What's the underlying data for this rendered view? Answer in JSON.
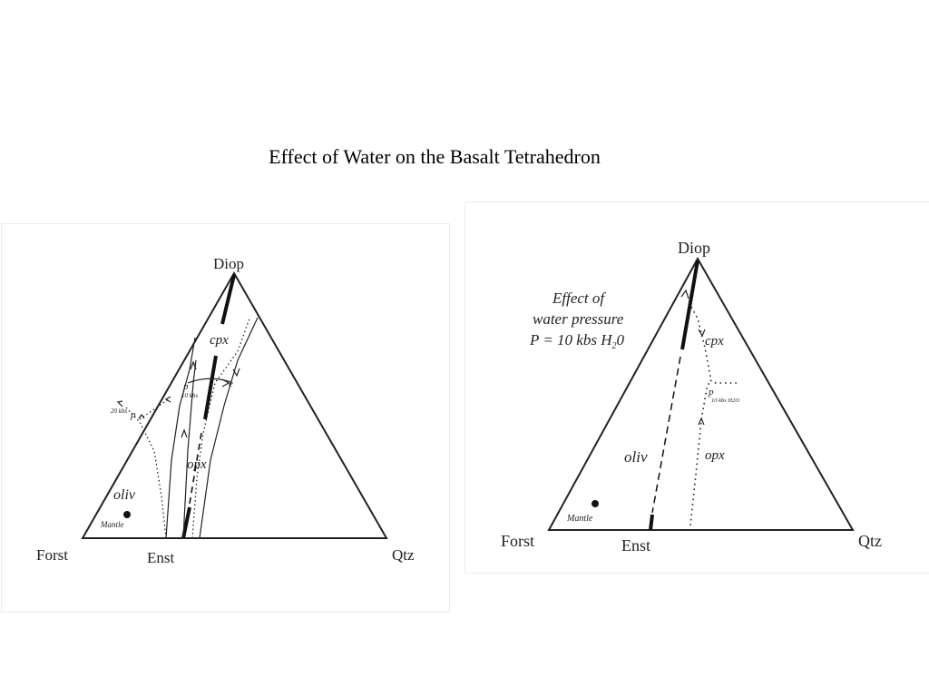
{
  "title": "Effect of Water on the Basalt Tetrahedron",
  "left_diagram": {
    "vertices": {
      "top": "Diop",
      "left": "Forst",
      "right": "Qtz",
      "base_point": "Enst"
    },
    "fields": {
      "cpx": "cpx",
      "opx": "opx",
      "oliv": "oliv"
    },
    "points": {
      "p": "p",
      "p_pressure": "10 kbs",
      "e": "e",
      "p2": "p",
      "p2_pressure": "20 kbs",
      "mantle": "Mantle"
    }
  },
  "right_diagram": {
    "vertices": {
      "top": "Diop",
      "left": "Forst",
      "right": "Qtz",
      "base_point": "Enst"
    },
    "annotation": {
      "line1": "Effect of",
      "line2": "water pressure",
      "line3_prefix": "P = 10 kbs H",
      "line3_sub": "2",
      "line3_suffix": "0"
    },
    "fields": {
      "cpx": "cpx",
      "opx": "opx",
      "oliv": "oliv"
    },
    "points": {
      "p": "p",
      "p_pressure": "10 kbs H2O",
      "mantle": "Mantle"
    }
  },
  "colors": {
    "ink": "#222222",
    "background": "#ffffff"
  }
}
